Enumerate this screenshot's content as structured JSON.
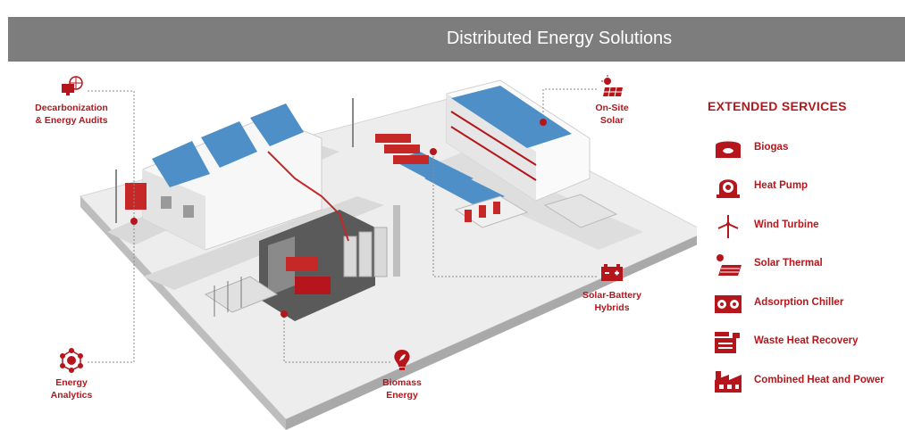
{
  "header": {
    "title": "Distributed Energy Solutions"
  },
  "callouts": {
    "decarbonization": {
      "line1": "Decarbonization",
      "line2": "& Energy Audits",
      "icon": "computer-audit-icon"
    },
    "onsite_solar": {
      "line1": "On-Site",
      "line2": "Solar",
      "icon": "solar-panel-icon"
    },
    "solar_battery": {
      "line1": "Solar-Battery",
      "line2": "Hybrids",
      "icon": "battery-icon"
    },
    "biomass": {
      "line1": "Biomass",
      "line2": "Energy",
      "icon": "bulb-leaf-icon"
    },
    "energy_analytics": {
      "line1": "Energy",
      "line2": "Analytics",
      "icon": "network-analytics-icon"
    }
  },
  "services": {
    "title": "EXTENDED SERVICES",
    "items": [
      {
        "label": "Biogas",
        "icon": "biogas-icon"
      },
      {
        "label": "Heat Pump",
        "icon": "heat-pump-icon"
      },
      {
        "label": "Wind Turbine",
        "icon": "wind-turbine-icon"
      },
      {
        "label": "Solar Thermal",
        "icon": "solar-thermal-icon"
      },
      {
        "label": "Adsorption Chiller",
        "icon": "adsorption-chiller-icon"
      },
      {
        "label": "Waste Heat Recovery",
        "icon": "waste-heat-recovery-icon"
      },
      {
        "label": "Combined Heat and Power",
        "icon": "chp-icon"
      }
    ]
  },
  "colors": {
    "accent": "#b5161c",
    "banner": "#7d7d7d",
    "solar_blue": "#4f8fc8"
  }
}
